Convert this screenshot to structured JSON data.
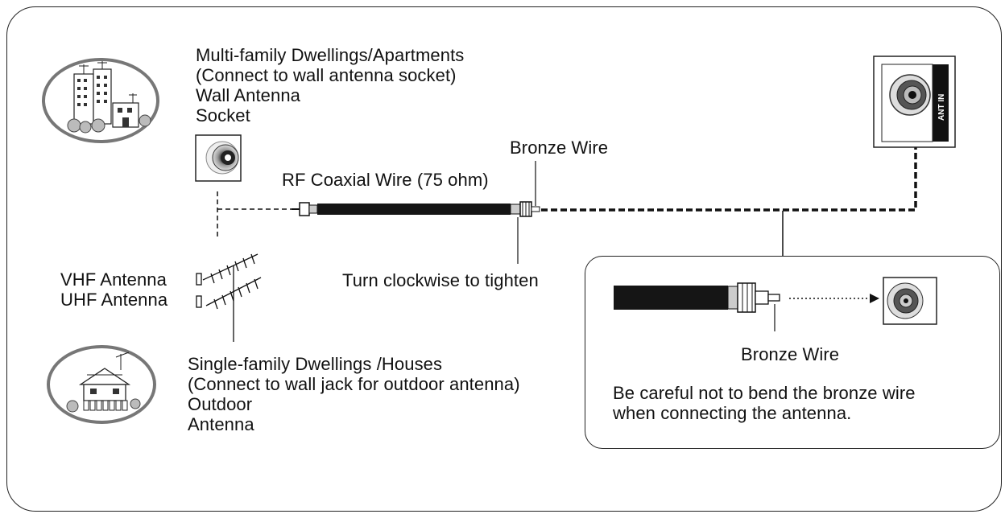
{
  "apartment": {
    "line1": "Multi-family Dwellings/Apartments",
    "line2": "(Connect to wall antenna socket)",
    "line3": "Wall Antenna",
    "line4": "Socket"
  },
  "house": {
    "line1": "Single-family Dwellings /Houses",
    "line2": "(Connect to wall jack for outdoor antenna)",
    "line3": "Outdoor",
    "line4": "Antenna"
  },
  "cable": {
    "coax_label": "RF Coaxial Wire (75 ohm)",
    "bronze_label": "Bronze Wire",
    "tighten_label": "Turn clockwise to tighten"
  },
  "antenna": {
    "vhf_label": "VHF Antenna",
    "uhf_label": "UHF Antenna"
  },
  "tv_port": {
    "label": "ANT IN"
  },
  "inset": {
    "bronze_label": "Bronze Wire",
    "note_line1": "Be careful not to bend the bronze wire",
    "note_line2": "when connecting the antenna."
  }
}
